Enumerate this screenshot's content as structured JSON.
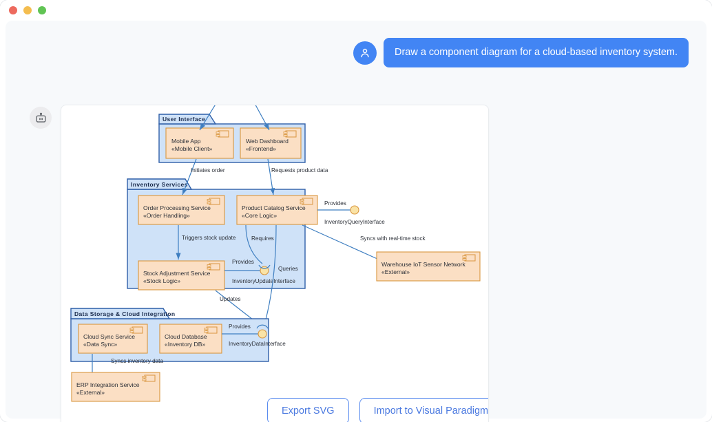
{
  "window": {
    "dots": [
      "close",
      "minimize",
      "maximize"
    ]
  },
  "conversation": {
    "user_avatar_icon": "user-icon",
    "user_message": "Draw a component diagram for a cloud-based inventory system.",
    "bot_avatar_icon": "robot-icon"
  },
  "colors": {
    "accent": "#4285f4",
    "button_border": "#5b8def",
    "button_text": "#4a79e0",
    "package_fill": "#cfe2f8",
    "package_stroke": "#2f5fa8",
    "component_fill": "#fbdfc4",
    "component_stroke": "#d9963f",
    "connector": "#3f7fc1",
    "ball_fill": "#fae3a6"
  },
  "diagram": {
    "packages": [
      {
        "id": "user-interface",
        "label": "User Interface",
        "components": [
          {
            "name": "Mobile App",
            "stereotype": "«Mobile Client»"
          },
          {
            "name": "Web Dashboard",
            "stereotype": "«Frontend»"
          }
        ]
      },
      {
        "id": "inventory-services",
        "label": "Inventory Services",
        "components": [
          {
            "name": "Order Processing Service",
            "stereotype": "«Order Handling»"
          },
          {
            "name": "Product Catalog Service",
            "stereotype": "«Core Logic»"
          },
          {
            "name": "Stock Adjustment Service",
            "stereotype": "«Stock Logic»"
          }
        ]
      },
      {
        "id": "data-storage-cloud-integration",
        "label": "Data Storage & Cloud Integration",
        "components": [
          {
            "name": "Cloud Sync Service",
            "stereotype": "«Data Sync»"
          },
          {
            "name": "Cloud Database",
            "stereotype": "«Inventory DB»"
          }
        ]
      }
    ],
    "external_components": [
      {
        "name": "Warehouse IoT Sensor Network",
        "stereotype": "«External»"
      },
      {
        "name": "ERP Integration Service",
        "stereotype": "«External»"
      }
    ],
    "interfaces": [
      {
        "name": "InventoryQueryInterface",
        "provided_by": "Product Catalog Service",
        "role": "Provides"
      },
      {
        "name": "InventoryUpdateInterface",
        "provided_by": "Stock Adjustment Service",
        "role": "Provides"
      },
      {
        "name": "InventoryDataInterface",
        "provided_by": "Cloud Database",
        "role": "Provides"
      }
    ],
    "edge_labels": [
      "Initiates order",
      "Requests product data",
      "Triggers stock update",
      "Requires",
      "Syncs with real-time stock",
      "Queries",
      "Updates",
      "Syncs inventory data",
      "Provides"
    ]
  },
  "actions": {
    "export_label": "Export SVG",
    "import_label": "Import to Visual Paradigm"
  }
}
